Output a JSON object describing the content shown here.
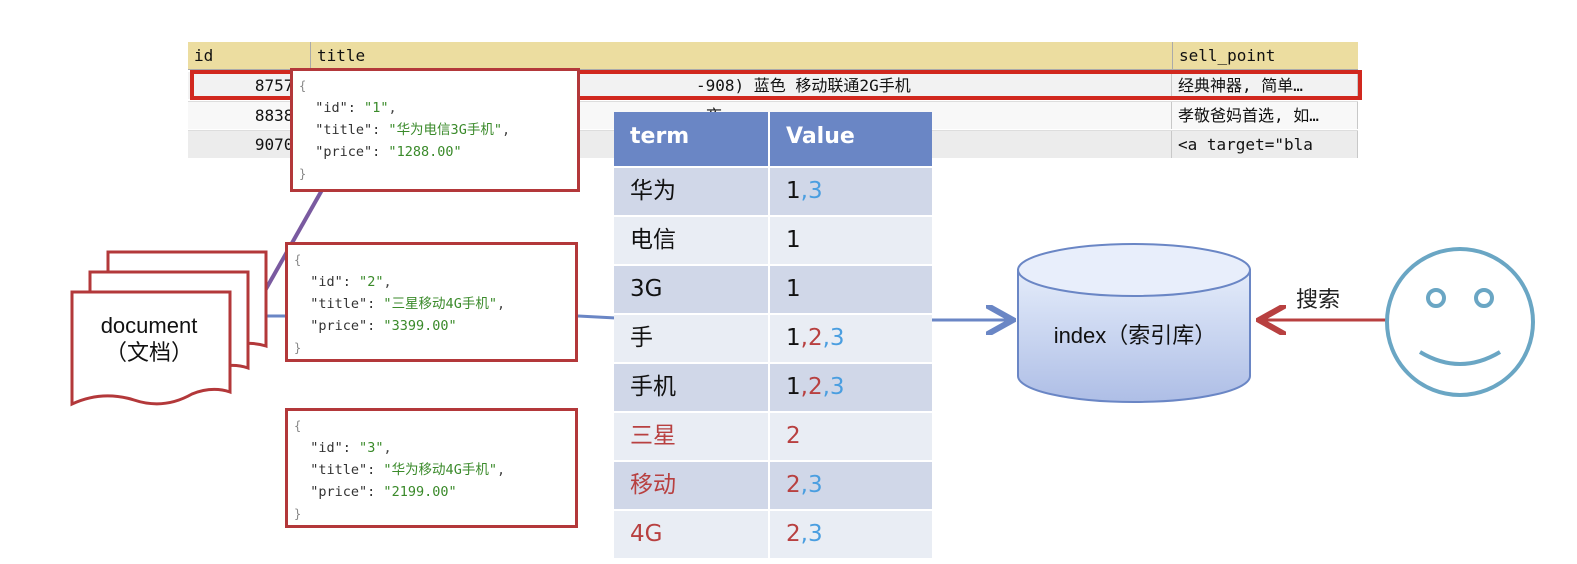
{
  "grid": {
    "headers": [
      "id",
      "title",
      "sell_point"
    ],
    "rows": [
      {
        "id": "87572",
        "title": "-908) 蓝色 移动联通2G手机",
        "sell_point": "经典神器, 简单…"
      },
      {
        "id": "88389",
        "title": "夜…",
        "sell_point": "孝敬爸妈首选, 如…"
      },
      {
        "id": "90701",
        "title": "726…  …机（黑色）",
        "sell_point": "<a  target=\"bla"
      }
    ]
  },
  "documents": [
    {
      "id": "1",
      "title": "华为电信3G手机",
      "price": "1288.00"
    },
    {
      "id": "2",
      "title": "三星移动4G手机",
      "price": "3399.00"
    },
    {
      "id": "3",
      "title": "华为移动4G手机",
      "price": "2199.00"
    }
  ],
  "document_label": {
    "line1": "document",
    "line2": "（文档）"
  },
  "term_table": {
    "col_term": "term",
    "col_value": "Value",
    "rows": [
      {
        "term": "华为",
        "term_color": "#111111",
        "values": [
          {
            "v": "1",
            "c": "#111111"
          },
          {
            "v": ",3",
            "c": "#4a9ee0"
          }
        ]
      },
      {
        "term": "电信",
        "term_color": "#111111",
        "values": [
          {
            "v": "1",
            "c": "#111111"
          }
        ]
      },
      {
        "term": "3G",
        "term_color": "#111111",
        "values": [
          {
            "v": "1",
            "c": "#111111"
          }
        ]
      },
      {
        "term": "手",
        "term_color": "#111111",
        "values": [
          {
            "v": "1",
            "c": "#111111"
          },
          {
            "v": ",2",
            "c": "#b84040"
          },
          {
            "v": ",3",
            "c": "#4a9ee0"
          }
        ]
      },
      {
        "term": "手机",
        "term_color": "#111111",
        "values": [
          {
            "v": "1",
            "c": "#111111"
          },
          {
            "v": ",2",
            "c": "#b84040"
          },
          {
            "v": ",3",
            "c": "#4a9ee0"
          }
        ]
      },
      {
        "term": "三星",
        "term_color": "#b84040",
        "values": [
          {
            "v": "2",
            "c": "#b84040"
          }
        ]
      },
      {
        "term": "移动",
        "term_color": "#b84040",
        "values": [
          {
            "v": "2",
            "c": "#b84040"
          },
          {
            "v": ",3",
            "c": "#4a9ee0"
          }
        ]
      },
      {
        "term": "4G",
        "term_color": "#b84040",
        "values": [
          {
            "v": "2",
            "c": "#b84040"
          },
          {
            "v": ",3",
            "c": "#4a9ee0"
          }
        ]
      }
    ]
  },
  "index_label": "index（索引库）",
  "search_label": "搜索",
  "colors": {
    "card_border": "#b3383a",
    "table_header": "#6a86c5",
    "arrow_blue": "#6a86c5",
    "arrow_red": "#b84040",
    "face": "#6aa6c4"
  }
}
